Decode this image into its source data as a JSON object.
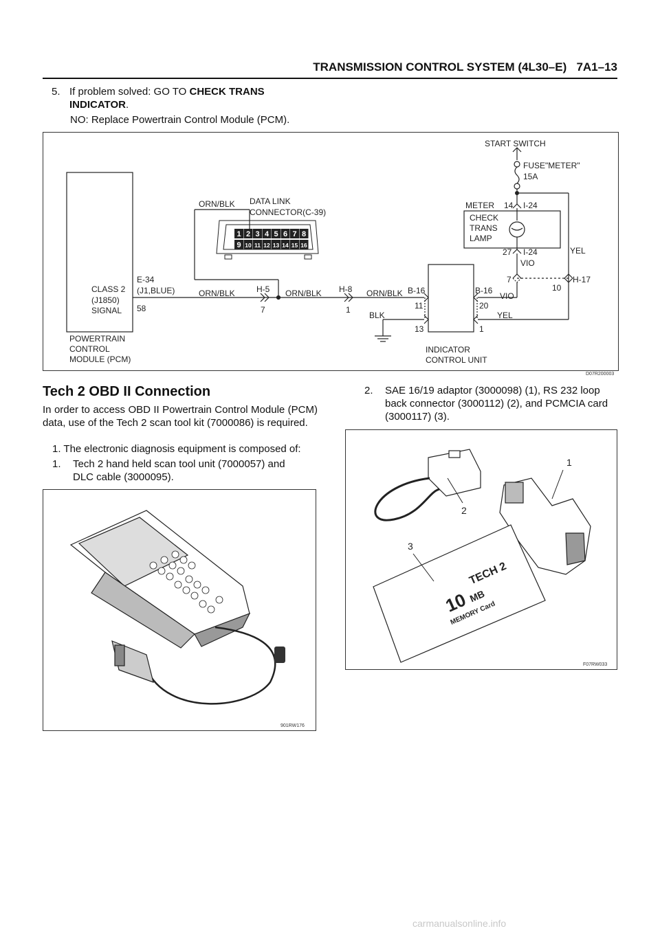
{
  "header": {
    "title": "TRANSMISSION CONTROL SYSTEM (4L30–E)",
    "page": "7A1–13"
  },
  "step5": {
    "num": "5.",
    "line1": "If problem solved: GO TO ",
    "line1_bold": "CHECK TRANS",
    "line2_bold": "INDICATOR",
    "line2_tail": "."
  },
  "no_line": "NO: Replace Powertrain Control Module (PCM).",
  "diagram": {
    "code": "D07R200003",
    "start_switch": "START SWITCH",
    "fuse_line1": "FUSE\"METER\"",
    "fuse_line2": "15A",
    "meter": "METER",
    "i24_top_pin": "14",
    "i24_top": "I-24",
    "lamp_line1": "CHECK",
    "lamp_line2": "TRANS",
    "lamp_line3": "LAMP",
    "i24_bot_pin": "27",
    "i24_bot": "I-24",
    "yel_right": "YEL",
    "vio1": "VIO",
    "vio2": "VIO",
    "h17": "H-17",
    "h17_pin_left": "7",
    "h17_pin_right": "10",
    "orn_blk_top": "ORN/BLK",
    "dlc_line1": "DATA LINK",
    "dlc_line2": "CONNECTOR(C-39)",
    "dlc_pins_top": [
      "1",
      "2",
      "3",
      "4",
      "5",
      "6",
      "7",
      "8"
    ],
    "dlc_pins_bot": [
      "9",
      "10",
      "11",
      "12",
      "13",
      "14",
      "15",
      "16"
    ],
    "class2_line1": "CLASS 2",
    "class2_line2": "(J1850)",
    "class2_line3": "SIGNAL",
    "e34_line1": "E-34",
    "e34_line2": "(J1,BLUE)",
    "e34_pin": "58",
    "orn_blk_1": "ORN/BLK",
    "h5": "H-5",
    "h5_pin": "7",
    "orn_blk_2": "ORN/BLK",
    "h8": "H-8",
    "h8_pin": "1",
    "orn_blk_3": "ORN/BLK",
    "b16_left": "B-16",
    "b16_right": "B-16",
    "pin_11": "11",
    "pin_20": "20",
    "pin_13": "13",
    "pin_1": "1",
    "blk": "BLK",
    "yel_bottom": "YEL",
    "pcm_line1": "POWERTRAIN",
    "pcm_line2": "CONTROL",
    "pcm_line3": "MODULE (PCM)",
    "icu_line1": "INDICATOR",
    "icu_line2": "CONTROL UNIT"
  },
  "section": {
    "title": "Tech 2 OBD II Connection",
    "intro": "In order to access OBD II Powertrain Control Module (PCM) data, use of the Tech 2 scan tool kit (7000086) is required.",
    "item1": "1. The electronic diagnosis equipment is composed of:",
    "item11_num": "1.",
    "item11_line1": "Tech 2 hand held scan tool unit (7000057) and",
    "item11_line2": "DLC cable (3000095).",
    "item2_num": "2.",
    "item2_line1": "SAE 16/19 adaptor (3000098) (1), RS 232 loop",
    "item2_line2": "back connector (3000112) (2), and PCMCIA card",
    "item2_line3": "(3000117) (3)."
  },
  "fig_tech2": {
    "code": "901RW176"
  },
  "fig_adaptor": {
    "code": "F07RW033",
    "callout1": "1",
    "callout2": "2",
    "callout3": "3",
    "card_brand": "TECH 2",
    "card_size": "10",
    "card_unit": "MB",
    "card_label": "MEMORY Card"
  },
  "watermark": "carmanualsonline.info"
}
